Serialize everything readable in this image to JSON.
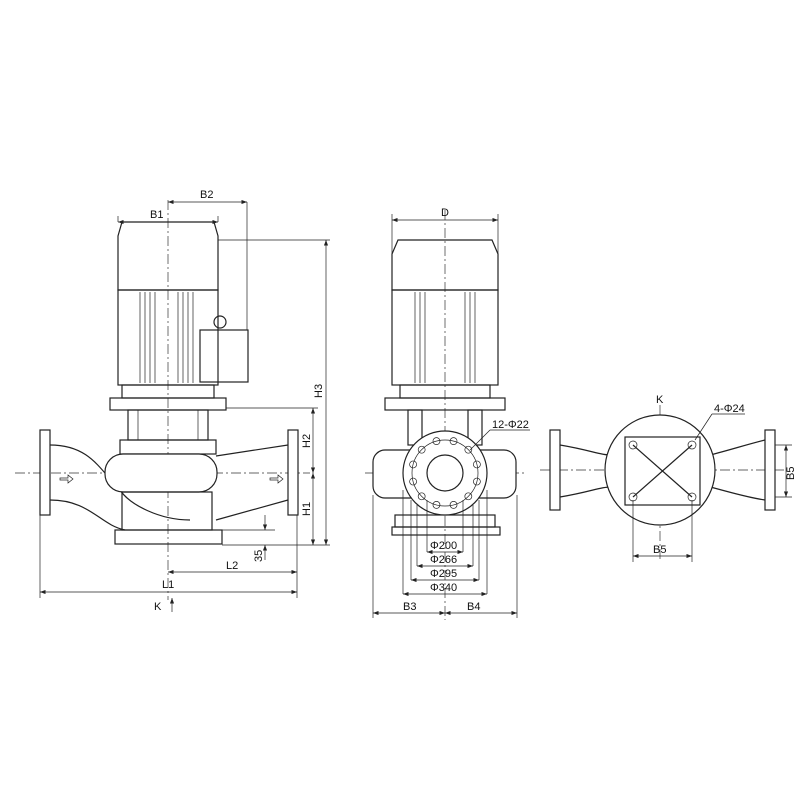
{
  "labels": {
    "b1": "B1",
    "b2": "B2",
    "h1": "H1",
    "h2": "H2",
    "h3": "H3",
    "l1": "L1",
    "l2": "L2",
    "k_left": "K",
    "dim35": "35",
    "d": "D",
    "bolt_holes": "12-Φ22",
    "phi200": "Φ200",
    "phi266": "Φ266",
    "phi295": "Φ295",
    "phi340": "Φ340",
    "b3": "B3",
    "b4": "B4",
    "k_top": "K",
    "bolts_4": "4-Φ24",
    "b5_vertical": "B5",
    "b5_horizontal": "B5"
  }
}
